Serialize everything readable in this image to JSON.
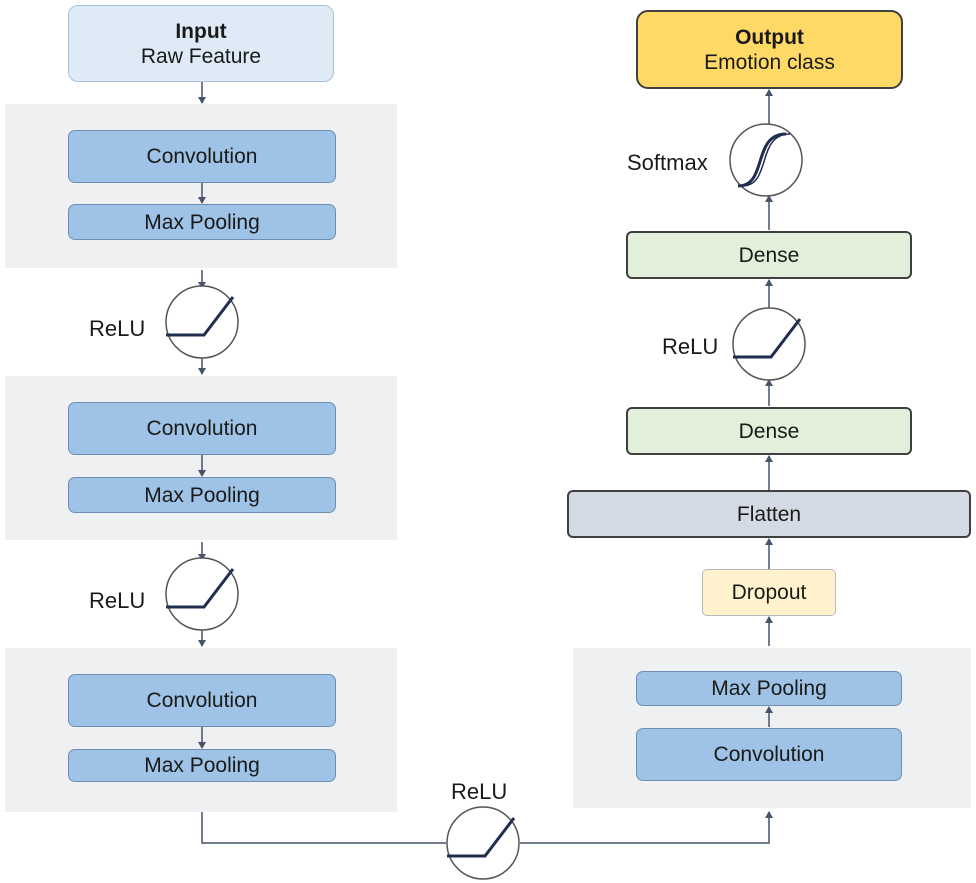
{
  "input": {
    "title": "Input",
    "subtitle": "Raw Feature"
  },
  "output": {
    "title": "Output",
    "subtitle": "Emotion class"
  },
  "left_blocks": [
    {
      "conv": "Convolution",
      "pool": "Max Pooling"
    },
    {
      "conv": "Convolution",
      "pool": "Max Pooling"
    },
    {
      "conv": "Convolution",
      "pool": "Max Pooling"
    }
  ],
  "relu_labels": [
    "ReLU",
    "ReLU",
    "ReLU",
    "ReLU"
  ],
  "right_block": {
    "pool": "Max Pooling",
    "conv": "Convolution"
  },
  "dropout": "Dropout",
  "flatten": "Flatten",
  "dense": [
    "Dense",
    "Dense"
  ],
  "softmax": "Softmax",
  "colors": {
    "conv_block": "#9ec3e6",
    "dense": "#e2efda",
    "flatten": "#d4dae3",
    "dropout": "#fff2cc",
    "input": "#deebf7",
    "output": "#ffd966",
    "panel": "#eff0f1",
    "arrow": "#44546a"
  }
}
